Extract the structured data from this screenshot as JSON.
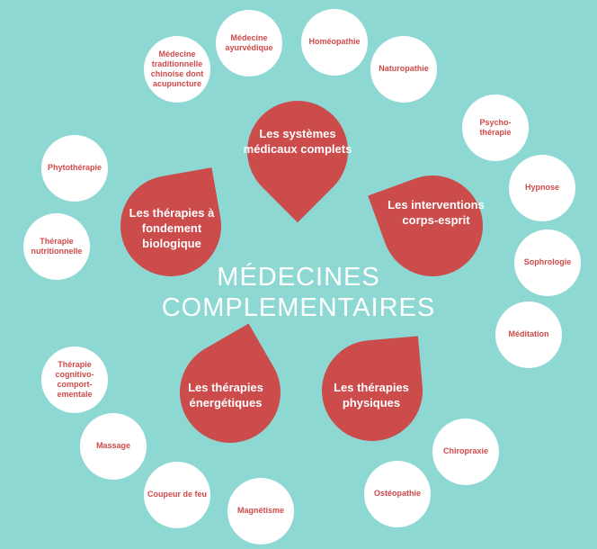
{
  "diagram": {
    "title_line1": "MÉDECINES",
    "title_line2": "COMPLEMENTAIRES",
    "categories": [
      "Les systèmes médicaux complets",
      "Les interventions corps-esprit",
      "Les thérapies physiques",
      "Les thérapies énergétiques",
      "Les thérapies à fondement biologique"
    ],
    "practices": [
      "Médecine traditionnelle chinoise dont acupuncture",
      "Médecine ayurvédique",
      "Homéopathie",
      "Naturopathie",
      "Psycho-thérapie",
      "Hypnose",
      "Sophrologie",
      "Méditation",
      "Chiropraxie",
      "Ostéopathie",
      "Magnétisme",
      "Coupeur de feu",
      "Massage",
      "Thérapie cognitivo-comport-ementale",
      "Thérapie nutritionnelle",
      "Phytothérapie"
    ]
  },
  "colors": {
    "background": "#8ed8d4",
    "petal": "#cc4b4b",
    "circle_text": "#d14a4a"
  }
}
